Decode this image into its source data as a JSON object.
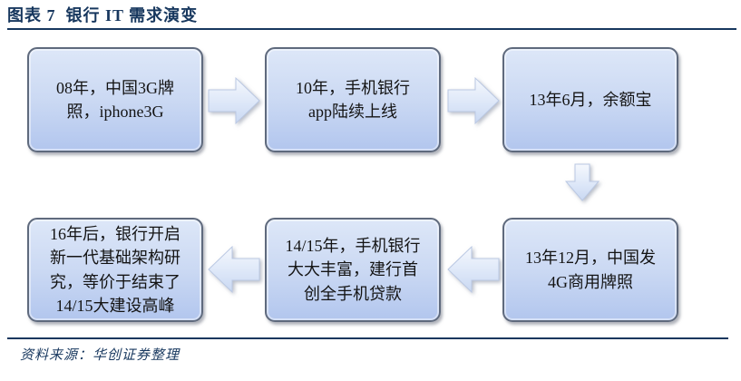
{
  "header": {
    "title": "图表 7  银行 IT 需求演变"
  },
  "flowchart": {
    "boxes": [
      {
        "step": 1,
        "text": "08年，中国3G牌\n照，iphone3G"
      },
      {
        "step": 2,
        "text": "10年，手机银行\napp陆续上线"
      },
      {
        "step": 3,
        "text": "13年6月，余额宝"
      },
      {
        "step": 4,
        "text": "13年12月，中国发\n4G商用牌照"
      },
      {
        "step": 5,
        "text": "14/15年，手机银行\n大大丰富，建行首\n创全手机贷款"
      },
      {
        "step": 6,
        "text": "16年后，银行开启\n新一代基础架构研\n究，等价于结束了\n14/15大建设高峰"
      }
    ],
    "arrows": [
      "right",
      "right",
      "down",
      "left",
      "left"
    ]
  },
  "footer": {
    "source": "资料来源：华创证券整理"
  },
  "colors": {
    "accent_navy": "#17375E",
    "box_fill_top": "#dde7f8",
    "box_fill_bottom": "#b2c6ee",
    "box_border": "#5f6a7d",
    "arrow_fill_top": "#f5f8fd",
    "arrow_fill_bottom": "#c9d8f2",
    "text": "#141414"
  }
}
